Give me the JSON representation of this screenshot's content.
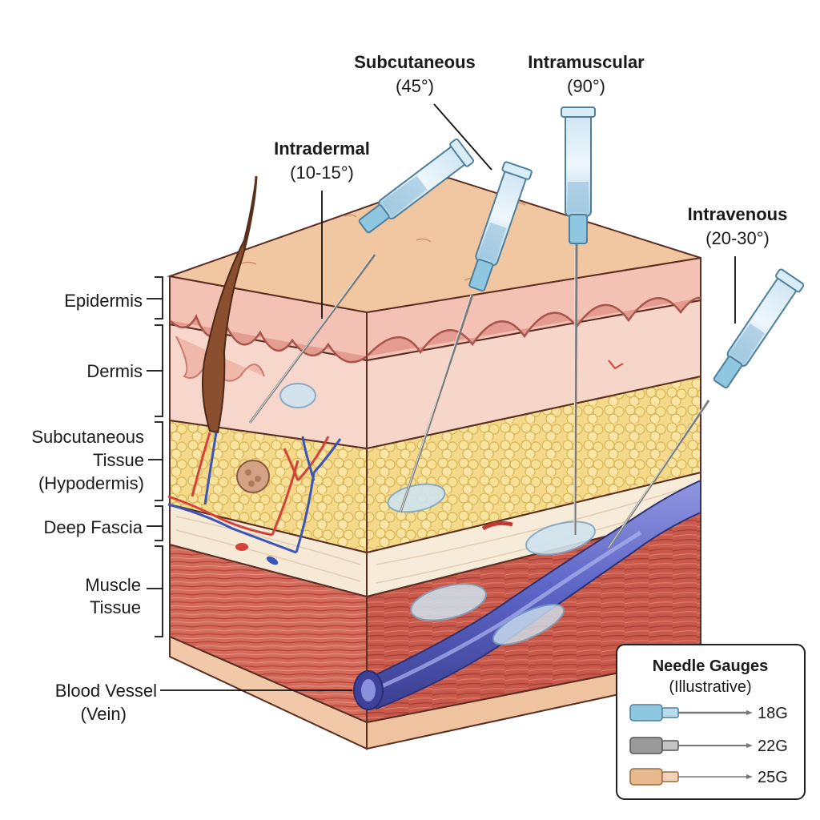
{
  "layers": {
    "epidermis": "Epidermis",
    "dermis": "Dermis",
    "subcutaneous_1": "Subcutaneous",
    "subcutaneous_2": "Tissue",
    "subcutaneous_3": "(Hypodermis)",
    "deep_fascia": "Deep Fascia",
    "muscle_1": "Muscle",
    "muscle_2": "Tissue",
    "vessel_1": "Blood Vessel",
    "vessel_2": "(Vein)"
  },
  "injections": {
    "intradermal": {
      "title": "Intradermal",
      "angle": "(10-15°)"
    },
    "subcutaneous": {
      "title": "Subcutaneous",
      "angle": "(45°)"
    },
    "intramuscular": {
      "title": "Intramuscular",
      "angle": "(90°)"
    },
    "intravenous": {
      "title": "Intravenous",
      "angle": "(20-30°)"
    }
  },
  "legend": {
    "title": "Needle Gauges",
    "subtitle": "(Illustrative)",
    "items": [
      {
        "label": "18G",
        "hub_color": "#8fc6e0"
      },
      {
        "label": "22G",
        "hub_color": "#9a9a9a"
      },
      {
        "label": "25G",
        "hub_color": "#e8b98f"
      }
    ]
  }
}
